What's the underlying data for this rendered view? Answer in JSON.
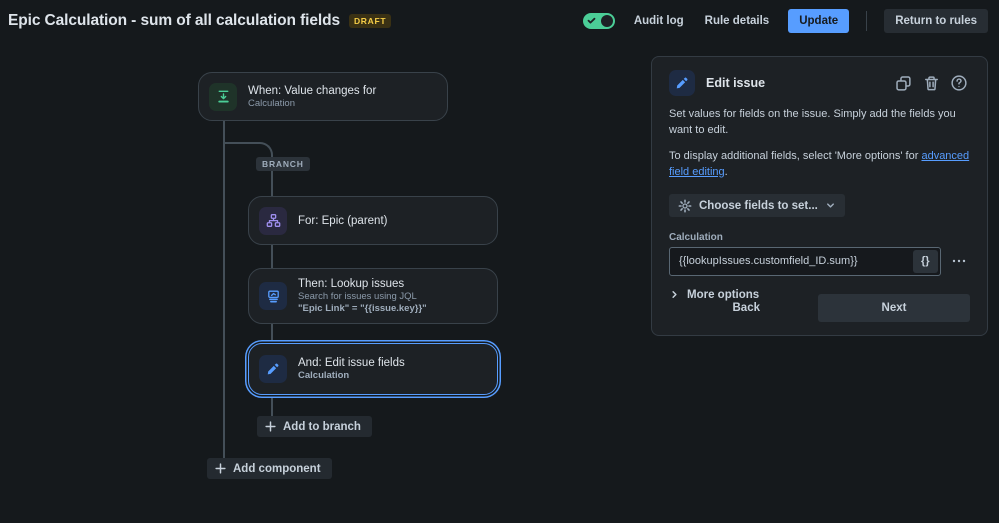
{
  "header": {
    "title": "Epic Calculation - sum of all calculation fields",
    "draft_badge": "DRAFT",
    "toggle_state": "on",
    "audit_log": "Audit log",
    "rule_details": "Rule details",
    "update": "Update",
    "return_to_rules": "Return to rules"
  },
  "flow": {
    "trigger": {
      "title": "When: Value changes for",
      "subtitle": "Calculation",
      "icon": "value-changed-icon"
    },
    "branch_label": "BRANCH",
    "for_branch": {
      "title": "For: Epic (parent)",
      "icon": "hierarchy-icon"
    },
    "lookup": {
      "title": "Then: Lookup issues",
      "subtitle": "Search for issues using JQL",
      "jql": "\"Epic Link\" = \"{{issue.key}}\"",
      "icon": "lookup-issues-icon"
    },
    "edit": {
      "title": "And: Edit issue fields",
      "subtitle": "Calculation",
      "icon": "pencil-icon",
      "selected": true
    },
    "add_to_branch": "Add to branch",
    "add_component": "Add component"
  },
  "panel": {
    "title": "Edit issue",
    "description_1": "Set values for fields on the issue. Simply add the fields you want to edit.",
    "description_2_prefix": "To display additional fields, select 'More options' for ",
    "description_2_link": "advanced field editing",
    "description_2_suffix": ".",
    "choose_fields": "Choose fields to set...",
    "field_label": "Calculation",
    "field_value": "{{lookupIssues.customfield_ID.sum}}",
    "braces_button": "{}",
    "more_options": "More options",
    "back": "Back",
    "next": "Next"
  },
  "icons": {
    "value_changed": "value-changed-icon",
    "hierarchy": "hierarchy-icon",
    "lookup": "lookup-issues-icon",
    "pencil": "pencil-icon",
    "duplicate": "duplicate-icon",
    "trash": "trash-icon",
    "help": "question-circle-icon",
    "gear": "gear-icon",
    "chevron_down": "chevron-down-icon",
    "chevron_right": "chevron-right-icon",
    "plus": "plus-icon",
    "ellipsis": "ellipsis-icon",
    "check": "check-icon"
  },
  "colors": {
    "accent_blue": "#579dff",
    "success_green": "#4bce97",
    "branch_purple": "#9f8fef",
    "draft_yellow": "#f5cd47",
    "surface": "#1d2125",
    "background": "#15191c"
  }
}
